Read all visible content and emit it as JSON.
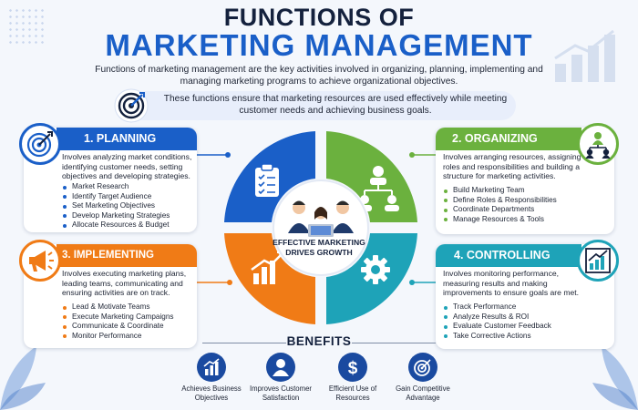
{
  "title_line1": "FUNCTIONS OF",
  "title_line2": "MARKETING MANAGEMENT",
  "intro": "Functions of marketing management are the key activities involved in organizing, planning, implementing and managing marketing programs to achieve organizational objectives.",
  "note": "These functions ensure that marketing resources are used effectively while meeting customer needs and achieving business goals.",
  "center_label": "EFFECTIVE MARKETING DRIVES GROWTH",
  "colors": {
    "planning": "#1a5fc8",
    "organizing": "#6bb13e",
    "implementing": "#f07b16",
    "controlling": "#1ea3b8",
    "navy": "#14213d"
  },
  "planning": {
    "title": "1. PLANNING",
    "icon": "target-icon",
    "description": "Involves analyzing market conditions, identifying customer needs, setting objectives and developing strategies.",
    "items": [
      "Market Research",
      "Identify Target Audience",
      "Set Marketing Objectives",
      "Develop Marketing Strategies",
      "Allocate Resources & Budget"
    ]
  },
  "organizing": {
    "title": "2. ORGANIZING",
    "icon": "team-icon",
    "description": "Involves arranging resources, assigning roles and responsibilities and building a structure for marketing activities.",
    "items": [
      "Build Marketing Team",
      "Define Roles & Responsibilities",
      "Coordinate Departments",
      "Manage Resources & Tools"
    ]
  },
  "implementing": {
    "title": "3. IMPLEMENTING (DIRECTING)",
    "icon": "megaphone-icon",
    "description": "Involves executing marketing plans, leading teams, communicating and ensuring activities are on track.",
    "items": [
      "Lead & Motivate Teams",
      "Execute Marketing Campaigns",
      "Communicate & Coordinate",
      "Monitor Performance"
    ]
  },
  "controlling": {
    "title": "4. CONTROLLING",
    "icon": "growth-chart-icon",
    "description": "Involves monitoring performance, measuring results and making improvements to ensure goals are met.",
    "items": [
      "Track Performance",
      "Analyze Results & ROI",
      "Evaluate Customer Feedback",
      "Take Corrective Actions"
    ]
  },
  "benefits": {
    "title": "BENEFITS",
    "items": [
      {
        "label_line1": "Achieves Business",
        "label_line2": "Objectives",
        "icon": "bar-chart-icon"
      },
      {
        "label_line1": "Improves Customer",
        "label_line2": "Satisfaction",
        "icon": "customer-icon"
      },
      {
        "label_line1": "Efficient Use of",
        "label_line2": "Resources",
        "icon": "dollar-icon"
      },
      {
        "label_line1": "Gain Competitive",
        "label_line2": "Advantage",
        "icon": "target-icon"
      }
    ]
  }
}
